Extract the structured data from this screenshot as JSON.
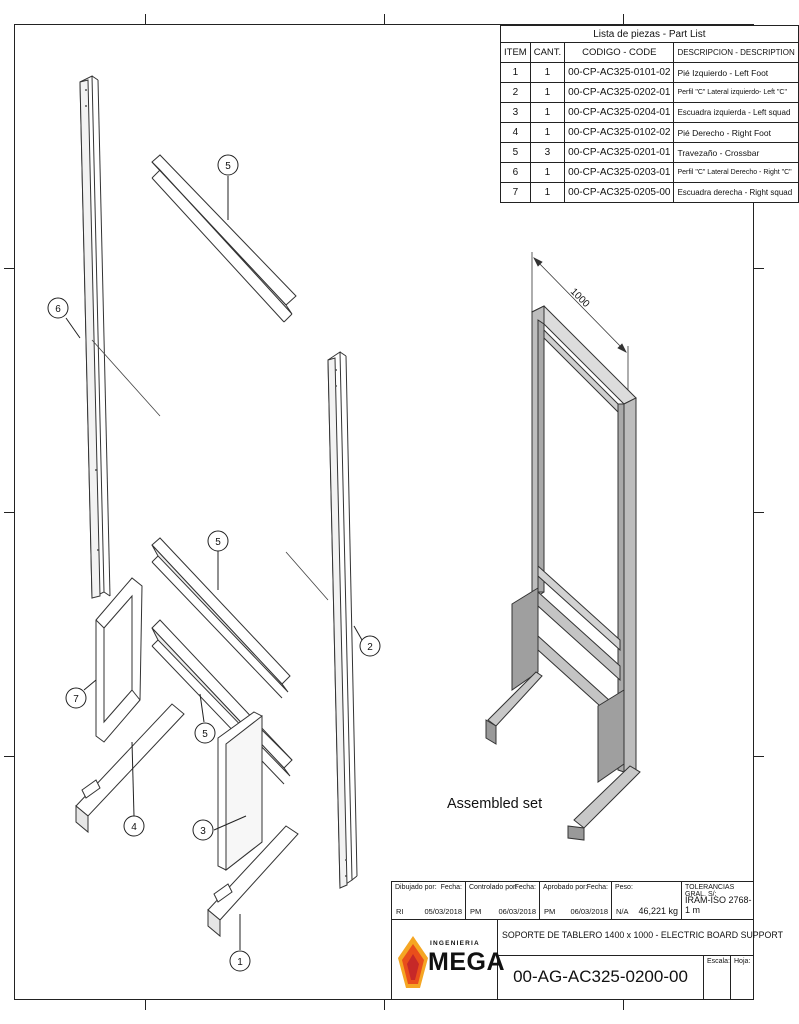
{
  "part_list": {
    "title": "Lista de piezas - Part List",
    "headers": {
      "item": "ITEM",
      "qty": "CANT.",
      "code": "CODIGO - CODE",
      "desc": "DESCRIPCION - DESCRIPTION"
    },
    "rows": [
      {
        "item": "1",
        "qty": "1",
        "code": "00-CP-AC325-0101-02",
        "desc": "Pié Izquierdo  - Left Foot"
      },
      {
        "item": "2",
        "qty": "1",
        "code": "00-CP-AC325-0202-01",
        "desc": "Perfil \"C\" Lateral izquierdo- Left \"C\""
      },
      {
        "item": "3",
        "qty": "1",
        "code": "00-CP-AC325-0204-01",
        "desc": "Escuadra izquierda - Left squad"
      },
      {
        "item": "4",
        "qty": "1",
        "code": "00-CP-AC325-0102-02",
        "desc": "Pié Derecho - Right Foot"
      },
      {
        "item": "5",
        "qty": "3",
        "code": "00-CP-AC325-0201-01",
        "desc": "Travezaño  - Crossbar"
      },
      {
        "item": "6",
        "qty": "1",
        "code": "00-CP-AC325-0203-01",
        "desc": "Perfil \"C\" Lateral Derecho - Right \"C\""
      },
      {
        "item": "7",
        "qty": "1",
        "code": "00-CP-AC325-0205-00",
        "desc": "Escuadra derecha - Right squad"
      }
    ]
  },
  "balloons": {
    "b1": "1",
    "b2": "2",
    "b3": "3",
    "b4": "4",
    "b5a": "5",
    "b5b": "5",
    "b5c": "5",
    "b6": "6",
    "b7": "7"
  },
  "dimension": "1000",
  "assembled_label": "Assembled set",
  "title_block": {
    "drawn_label": "Dibujado por:",
    "drawn_by": "RI",
    "date_label": "Fecha:",
    "drawn_date": "05/03/2018",
    "checked_label": "Controlado por:",
    "checked_by": "PM",
    "checked_date_label": "Fecha:",
    "checked_date": "06/03/2018",
    "approved_label": "Aprobado por:",
    "approved_by": "PM",
    "approved_date_label": "Fecha:",
    "approved_date": "06/03/2018",
    "weight_label": "Peso:",
    "weight_na": "N/A",
    "weight": "46,221 kg",
    "tolerance_label": "TOLERANCIAS GRAL. S/:",
    "tolerance": "IRAM-ISO 2768-1 m",
    "company_small": "INGENIERIA",
    "company": "MEGA",
    "description": "SOPORTE DE TABLERO 1400 x 1000 - ELECTRIC BOARD SUPPORT",
    "drawing_number": "00-AG-AC325-0200-00",
    "scale_label": "Escala:",
    "sheet_label": "Hoja:"
  }
}
